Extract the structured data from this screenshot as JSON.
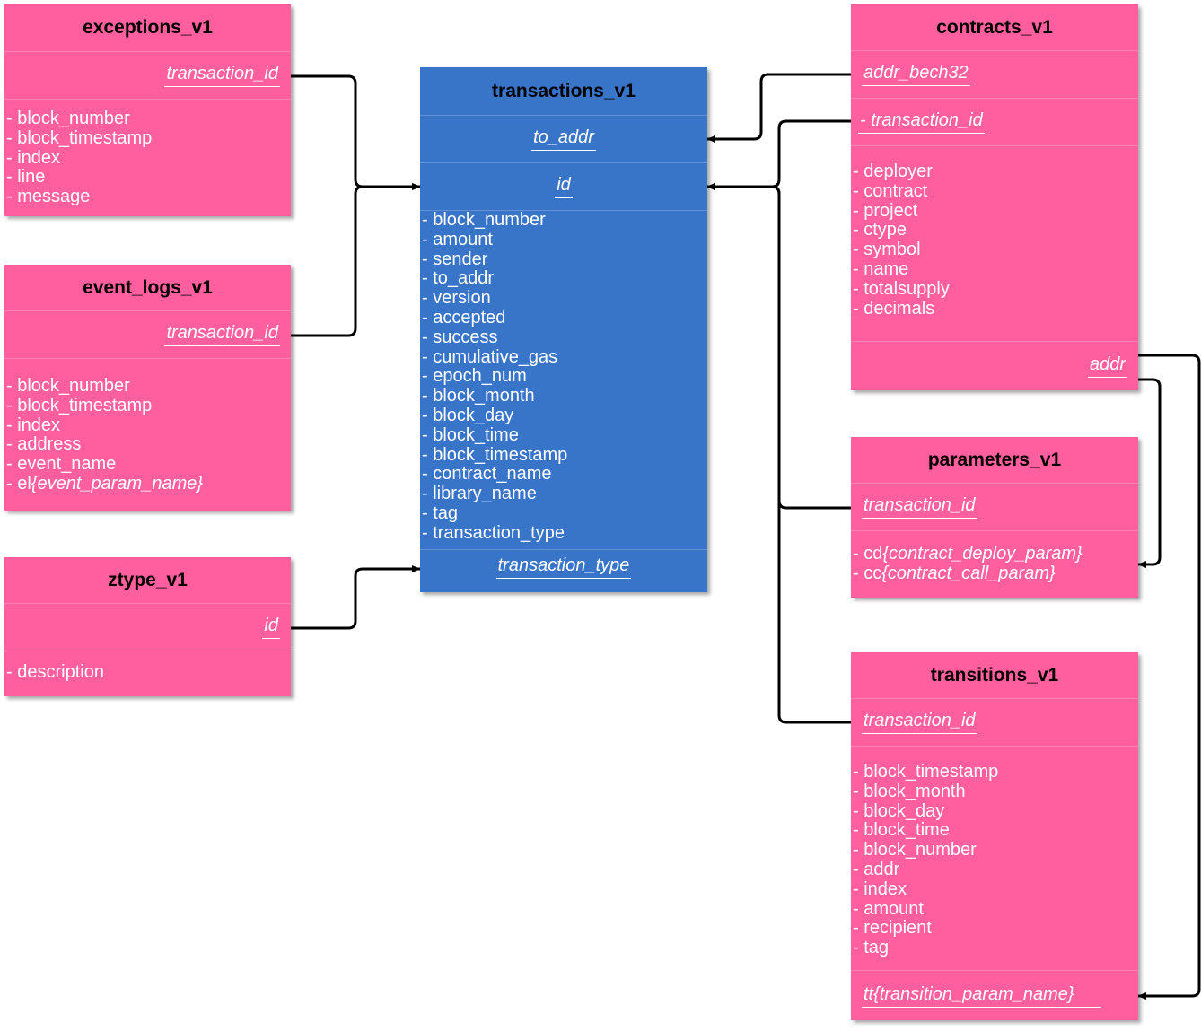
{
  "entities": {
    "exceptions": {
      "title": "exceptions_v1",
      "key": "transaction_id",
      "fields": [
        "- block_number",
        "- block_timestamp",
        "- index",
        "- line",
        "- message"
      ]
    },
    "event_logs": {
      "title": "event_logs_v1",
      "key": "transaction_id",
      "fields": [
        "- block_number",
        "- block_timestamp",
        "- index",
        "- address",
        "- event_name"
      ],
      "param_prefix": "- el",
      "param_name": "{event_param_name}"
    },
    "ztype": {
      "title": "ztype_v1",
      "key": "id",
      "fields": [
        "- description"
      ]
    },
    "transactions": {
      "title": "transactions_v1",
      "key_to_addr": "to_addr",
      "key_id": "id",
      "fields": [
        "- block_number",
        "- amount",
        "- sender",
        "- to_addr",
        "- version",
        "- accepted",
        "- success",
        "- cumulative_gas",
        "- epoch_num",
        "- block_month",
        "- block_day",
        "- block_time",
        "- block_timestamp",
        "- contract_name",
        "- library_name",
        "- tag",
        "- transaction_type"
      ],
      "key_transaction_type": "transaction_type"
    },
    "contracts": {
      "title": "contracts_v1",
      "key_addr_bech32": "addr_bech32",
      "key_transaction_id": "- transaction_id",
      "fields": [
        "- deployer",
        "- contract",
        "- project",
        "- ctype",
        "- symbol",
        "- name",
        "- totalsupply",
        "- decimals"
      ],
      "key_addr": "addr"
    },
    "parameters": {
      "title": "parameters_v1",
      "key": "transaction_id",
      "params": [
        {
          "prefix": "- cd",
          "name": "{contract_deploy_param}"
        },
        {
          "prefix": "- cc",
          "name": "{contract_call_param}"
        }
      ]
    },
    "transitions": {
      "title": "transitions_v1",
      "key": "transaction_id",
      "fields": [
        "- block_timestamp",
        "- block_month",
        "- block_day",
        "- block_time",
        "- block_number",
        "- addr",
        "- index",
        "- amount",
        "- recipient",
        "- tag"
      ],
      "key_bottom": "tt{transition_param_name}"
    }
  },
  "colors": {
    "entity": "#ff5f9f",
    "transactions": "#3874c8",
    "title_text": "#000000",
    "body_text": "#ffffff",
    "connector": "#000000"
  }
}
